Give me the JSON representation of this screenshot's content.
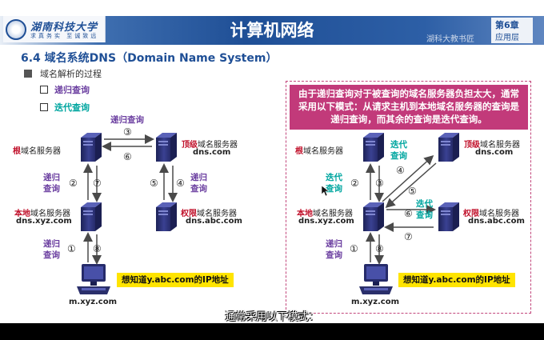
{
  "header": {
    "university": "湖南科技大学",
    "motto": "求真务实 至诚致远",
    "title": "计算机网络",
    "chapter": "第6章",
    "chapter_sub": "应用层",
    "watermark": "湖科大教书匠"
  },
  "section_title": "6.4 域名系统DNS（Domain Name System）",
  "bullets": {
    "main": "域名解析的过程",
    "items": [
      "递归查询",
      "迭代查询"
    ]
  },
  "note": "由于递归查询对于被查询的域名服务器负担太大，通常采用以下模式：从请求主机到本地域名服务器的查询是递归查询，而其余的查询是迭代查询。",
  "left_diagram": {
    "root": {
      "prefix": "根",
      "suffix": "域名服务器"
    },
    "tld": {
      "prefix": "顶级",
      "suffix": "域名服务器",
      "domain": "dns.com"
    },
    "local": {
      "prefix": "本地",
      "suffix": "域名服务器",
      "domain": "dns.xyz.com"
    },
    "auth": {
      "prefix": "权限",
      "suffix": "域名服务器",
      "domain": "dns.abc.com"
    },
    "host": "m.xyz.com",
    "question": "想知道y.abc.com的IP地址",
    "query_labels": [
      "递归查询",
      "递归查询",
      "递归查询",
      "递归查询"
    ],
    "steps": [
      "①",
      "②",
      "③",
      "④",
      "⑤",
      "⑥",
      "⑦",
      "⑧"
    ]
  },
  "right_diagram": {
    "root": {
      "prefix": "根",
      "suffix": "域名服务器"
    },
    "tld": {
      "prefix": "顶级",
      "suffix": "域名服务器",
      "domain": "dns.com"
    },
    "local": {
      "prefix": "本地",
      "suffix": "域名服务器",
      "domain": "dns.xyz.com"
    },
    "auth": {
      "prefix": "权限",
      "suffix": "域名服务器",
      "domain": "dns.abc.com"
    },
    "host": "m.xyz.com",
    "question": "想知道y.abc.com的IP地址",
    "recursive_label": "递归查询",
    "iterative_labels": [
      "迭代查询",
      "迭代查询",
      "迭代查询"
    ],
    "steps": [
      "①",
      "②",
      "③",
      "④",
      "⑤",
      "⑥",
      "⑦",
      "⑧"
    ]
  },
  "subtitle": "通常采用以下模式：",
  "colors": {
    "header_blue": "#1f4f96",
    "note_pink": "#c23a7a",
    "tag_yellow": "#ffe400",
    "recursive_purple": "#6b3fa0",
    "iterative_teal": "#00a6a0",
    "server_navy": "#2a2f6b"
  }
}
